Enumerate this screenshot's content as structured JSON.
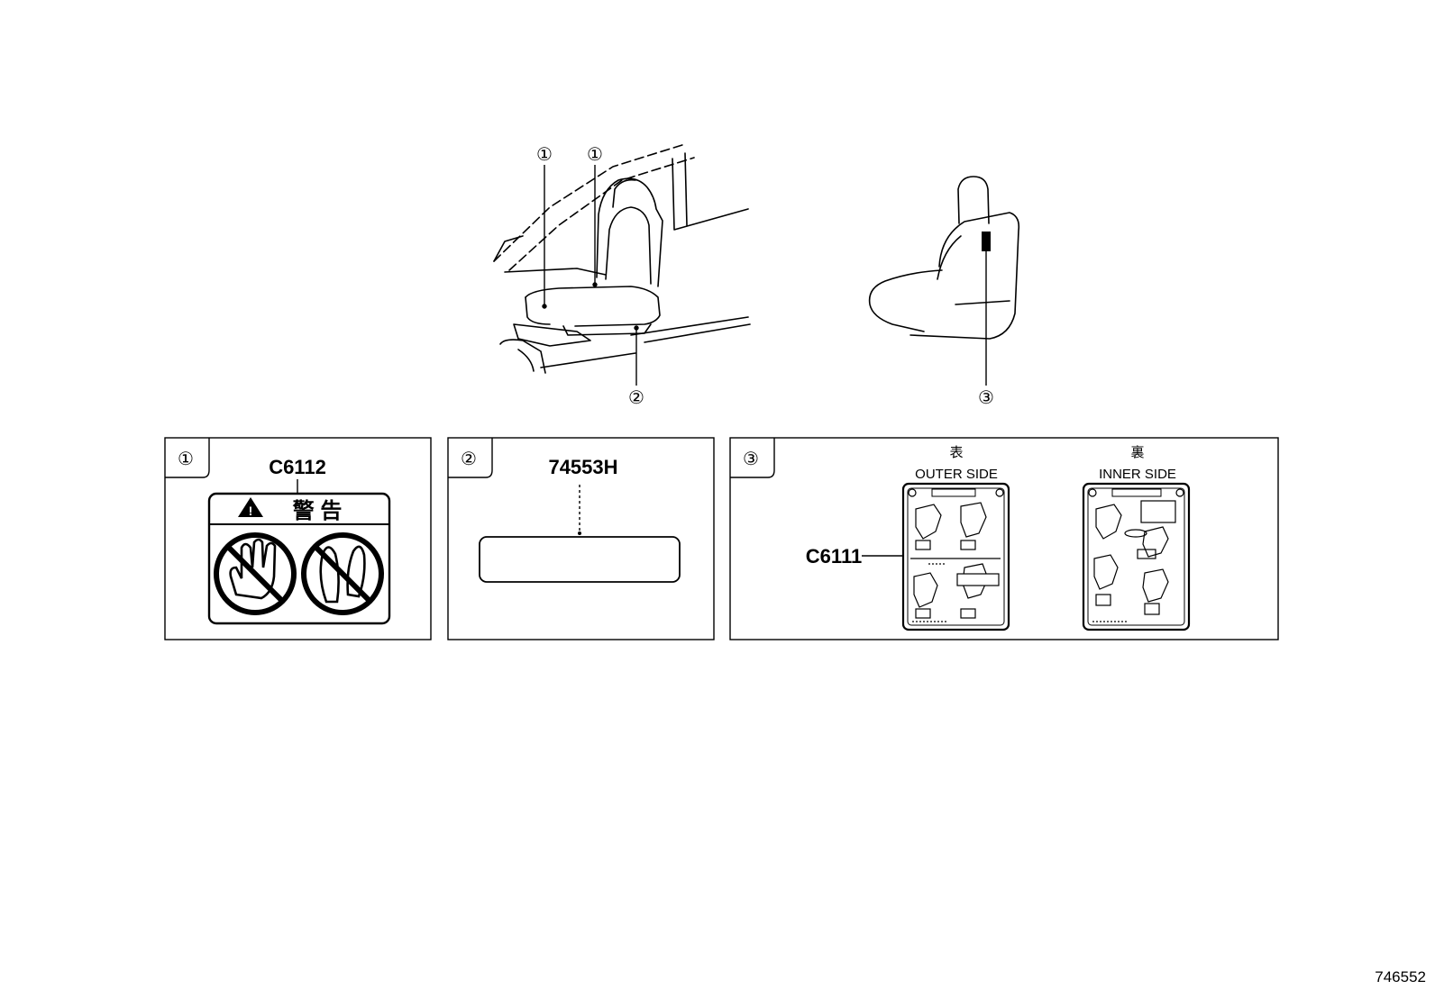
{
  "callouts": {
    "one": "①",
    "two": "②",
    "three": "③"
  },
  "panels": {
    "p1": {
      "badge": "①",
      "part_number": "C6112",
      "warning_text": "警 告"
    },
    "p2": {
      "badge": "②",
      "part_number": "74553H"
    },
    "p3": {
      "badge": "③",
      "part_number": "C6111",
      "outer_kanji": "表",
      "outer_side": "OUTER SIDE",
      "inner_kanji": "裏",
      "inner_side": "INNER SIDE"
    }
  },
  "figure_number": "746552"
}
